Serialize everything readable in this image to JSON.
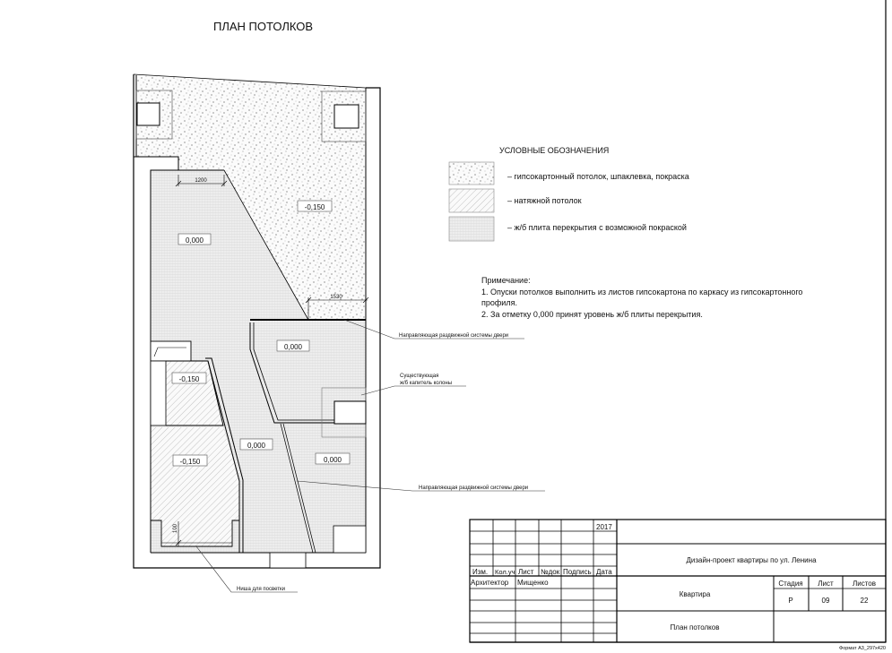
{
  "title": "ПЛАН ПОТОЛКОВ",
  "legend": {
    "title": "УСЛОВНЫЕ ОБОЗНАЧЕНИЯ",
    "items": [
      {
        "pattern": "dots",
        "label": "– гипсокартонный потолок, шпаклевка, покраска"
      },
      {
        "pattern": "hatch",
        "label": "– натяжной потолок"
      },
      {
        "pattern": "grid",
        "label": "– ж/б плита перекрытия с возможной покраской"
      }
    ]
  },
  "notes": {
    "title": "Примечание:",
    "lines": [
      "1. Опуски потолков выполнить из листов гипсокартона по каркасу из гипсокартонного",
      "профиля.",
      "2. За отметку 0,000 принят уровень ж/б плиты перекрытия."
    ]
  },
  "plan": {
    "levels": [
      "0,000",
      "-0,150",
      "0,000",
      "-0,150",
      "0,000",
      "0,000",
      "-0,150"
    ],
    "dimensions": [
      "1200",
      "1530",
      "100"
    ],
    "callouts": {
      "door_guide_1": "Направляющая раздвижной системы двери",
      "column_1": "Существующая",
      "column_2": "ж/б капитель колоны",
      "door_guide_2": "Направляющая раздвижной системы двери",
      "niche": "Ниша для посветки"
    }
  },
  "title_block": {
    "year": "2017",
    "headers": [
      "Изм.",
      "Кол.уч",
      "Лист",
      "№док",
      "Подпись",
      "Дата"
    ],
    "role": "Архитектор",
    "name": "Мищенко",
    "project": "Дизайн-проект квартиры по ул. Ленина",
    "object": "Квартира",
    "sheet_title": "План потолков",
    "stage_label": "Стадия",
    "sheet_label": "Лист",
    "sheets_label": "Листов",
    "stage": "Р",
    "sheet": "09",
    "sheets": "22",
    "format": "Формат А3_297х420"
  }
}
